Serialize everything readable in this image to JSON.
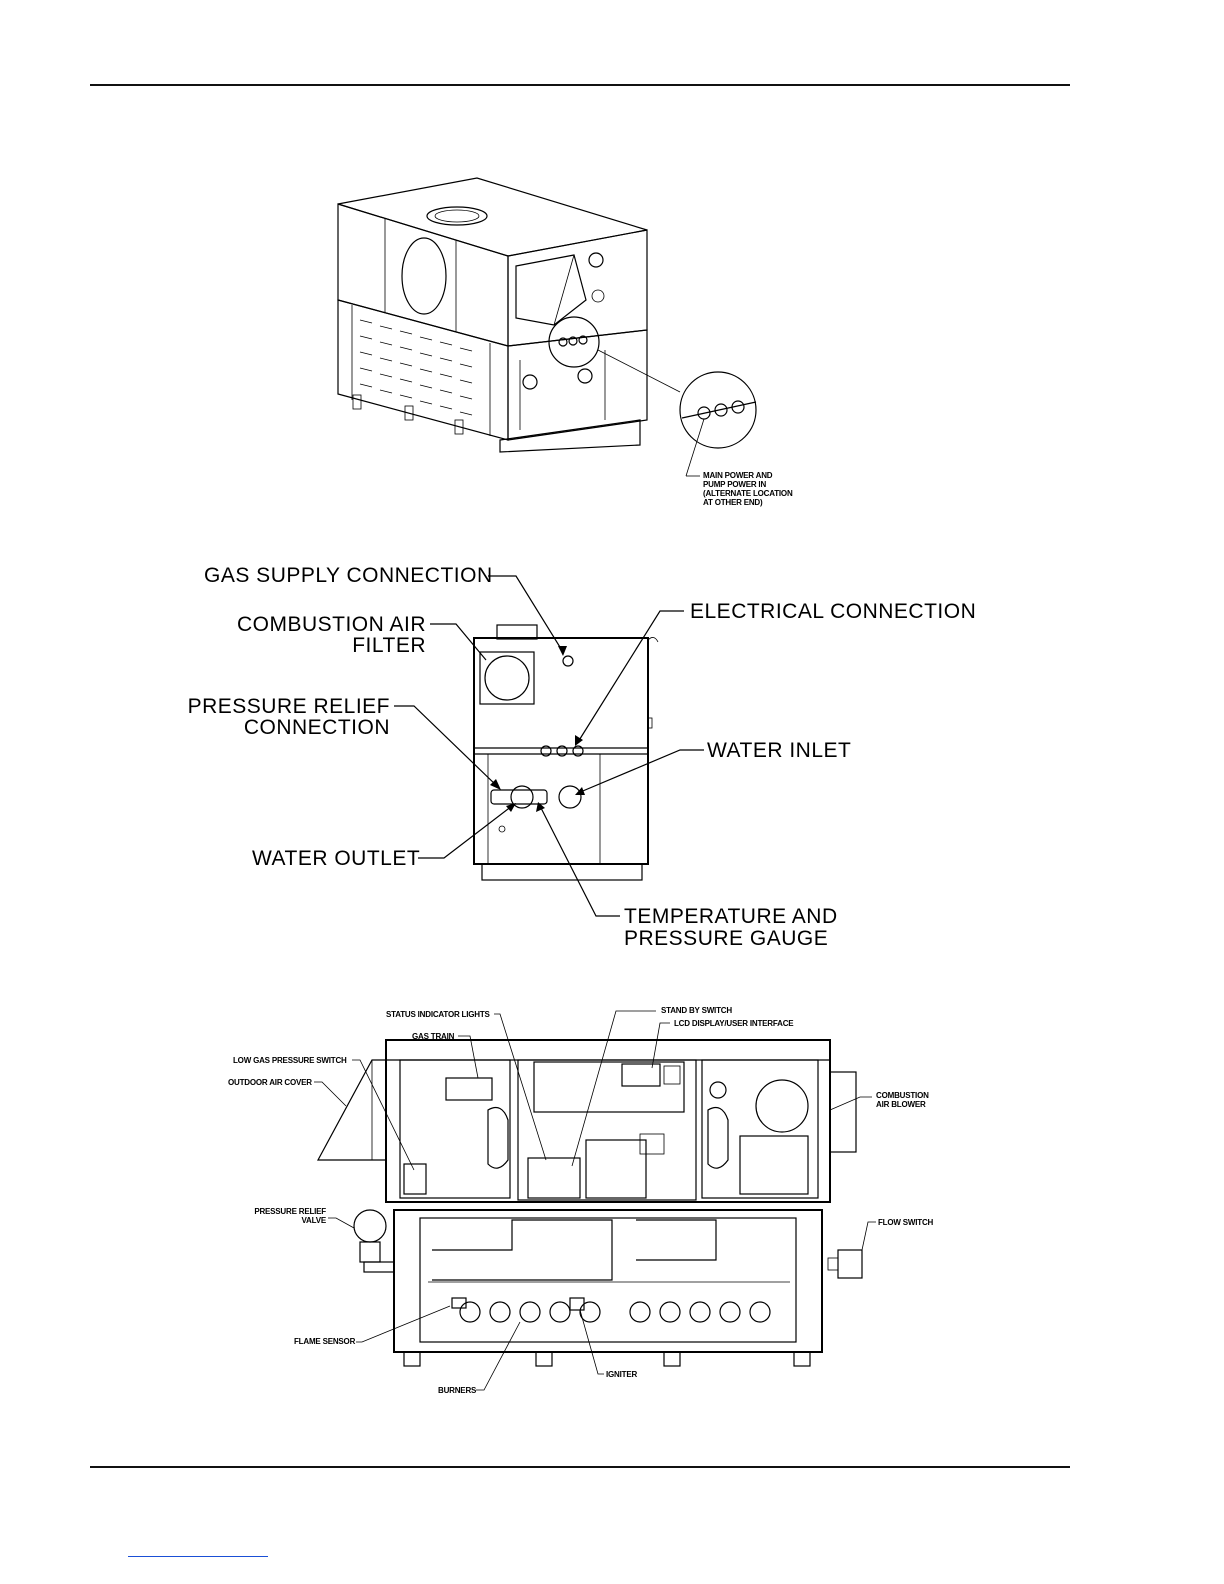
{
  "figure1": {
    "callout": "MAIN POWER AND\nPUMP POWER IN\n(ALTERNATE LOCATION\nAT OTHER END)"
  },
  "figure2": {
    "labels": {
      "gas_supply": "GAS SUPPLY CONNECTION",
      "combustion_air_1": "COMBUSTION AIR",
      "combustion_air_2": "FILTER",
      "electrical": "ELECTRICAL CONNECTION",
      "pressure_relief_1": "PRESSURE RELIEF",
      "pressure_relief_2": "CONNECTION",
      "water_inlet": "WATER INLET",
      "water_outlet": "WATER OUTLET",
      "temp_gauge_1": "TEMPERATURE AND",
      "temp_gauge_2": "PRESSURE GAUGE"
    }
  },
  "figure3": {
    "labels": {
      "status_lights": "STATUS INDICATOR LIGHTS",
      "standby_switch": "STAND BY SWITCH",
      "lcd_display": "LCD DISPLAY/USER INTERFACE",
      "gas_train": "GAS TRAIN",
      "low_gas": "LOW GAS PRESSURE SWITCH",
      "outdoor_air": "OUTDOOR AIR COVER",
      "combustion_blower_1": "COMBUSTION",
      "combustion_blower_2": "AIR BLOWER",
      "pressure_relief_1": "PRESSURE RELIEF",
      "pressure_relief_2": "VALVE",
      "flow_switch": "FLOW SWITCH",
      "flame_sensor": "FLAME SENSOR",
      "burners": "BURNERS",
      "igniter": "IGNITER"
    }
  }
}
